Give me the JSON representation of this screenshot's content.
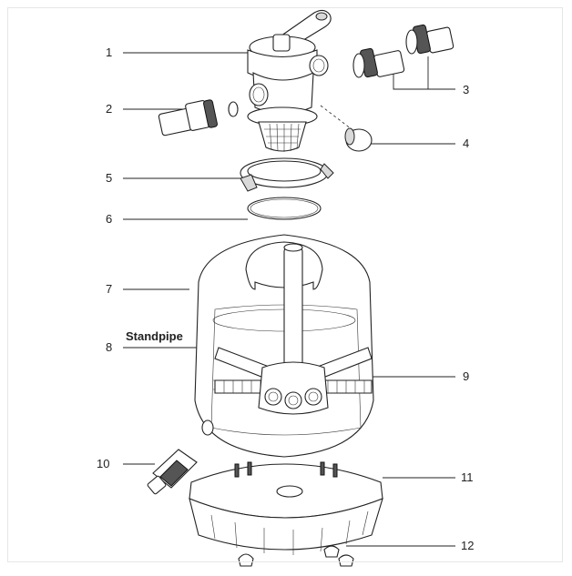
{
  "labels": {
    "p1": "1",
    "p2": "2",
    "p3": "3",
    "p4": "4",
    "p5": "5",
    "p6": "6",
    "p7": "7",
    "p8": "8",
    "p9": "9",
    "p10": "10",
    "p11": "11",
    "p12": "12"
  },
  "callout": {
    "standpipe": "Standpipe"
  }
}
